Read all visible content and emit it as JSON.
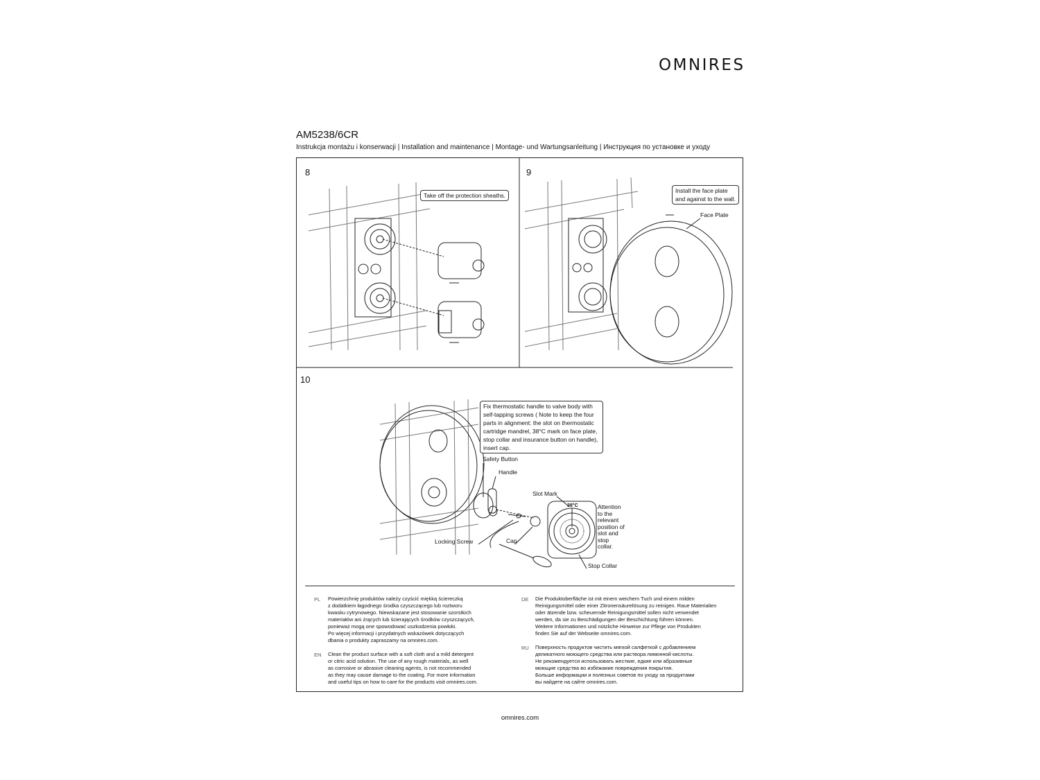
{
  "header": {
    "brand": "OMNIRES",
    "model": "AM5238/6CR",
    "subtitle": "Instrukcja montażu i konserwacji | Installation and maintenance | Montage- und Wartungsanleitung | Инструкция по установке и уходу"
  },
  "steps": {
    "s8": {
      "number": "8",
      "callout": "Take off the protection sheaths."
    },
    "s9": {
      "number": "9",
      "callout": "Install the face plate\nand against to the wall.",
      "face_plate": "Face Plate"
    },
    "s10": {
      "number": "10",
      "callout": "Fix thermostatic handle to valve body with self-tapping screws ( Note to keep the four parts in alignment: the slot on thermostatic cartridge mandrel, 38°C mark on face plate, stop collar and insurance button on handle), insert cap.",
      "safety_button": "Safety Button",
      "handle": "Handle",
      "slot_mark": "Slot Mark",
      "locking_screw": "Locking Screw",
      "cap": "Cap",
      "stop_collar": "Stop Collar",
      "attention": "Attention to the relevant position of slot and stop collar.",
      "temp_mark": "38°C"
    }
  },
  "care": {
    "pl": {
      "code": "PL",
      "text": "Powierzchnię produktów należy czyścić miękką ściereczką\nz dodatkiem łagodnego środka czyszczącego lub roztworu\nkwasku cytrynowego. Niewskazane jest stosowanie szorstkich\nmateriałów ani żrących lub ścierających środków czyszczących,\nponieważ mogą one spowodować uszkodzenia powłoki.\nPo więcej informacji i przydatnych wskazówek dotyczących\ndbania o produkty zapraszamy na omnires.com."
    },
    "en": {
      "code": "EN",
      "text": "Clean the product surface with a soft cloth and a mild detergent\nor citric acid solution. The use of any rough materials, as well\nas corrosive or abrasive cleaning agents, is not recommended\nas they may cause damage to the coating. For more information\nand useful tips on how to care for the products visit omnires.com."
    },
    "de": {
      "code": "DE",
      "text": "Die Produktoberfläche ist mit einem weichem Tuch und einem milden\nReinigungsmittel oder einer Zitronensäurelösung zu reinigen. Raue Materialien\noder ätzende bzw. scheuernde Reinigungsmittel sollen nicht verwendet\nwerden, da sie zu Beschädigungen der Beschichtung führen können.\nWeitere Informationen und nützliche Hinweise zur Pflege von Produkten\nfinden Sie auf der Webseite omnires.com."
    },
    "ru": {
      "code": "RU",
      "text": "Поверхность продуктов чистить мягкой салфеткой с добавлением\nделикатного моющего средства или раствора лимонной кислоты.\nНе рекомендуется использовать жесткие, едкие или абразивные\nмоющие средства во избежание повреждения покрытия.\nБольше информации и полезных советов по уходу за продуктами\nвы найдете на сайте omnires.com."
    }
  },
  "footer": {
    "url": "omnires.com"
  }
}
